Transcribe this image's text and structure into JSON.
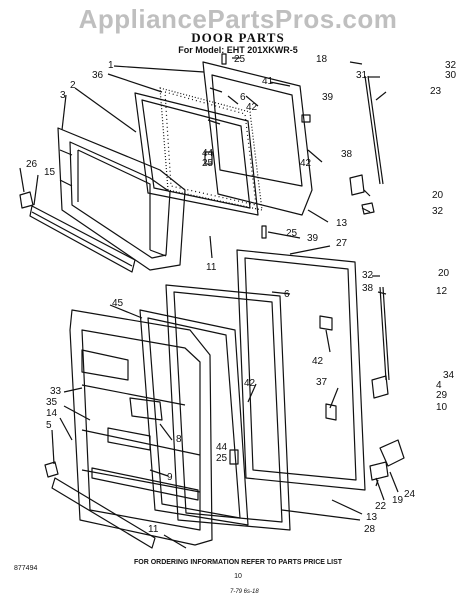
{
  "watermark": "AppliancePartsPros.com",
  "title": "DOOR PARTS",
  "subtitle": "For Model: EHT 201XKWR-5",
  "callouts": [
    "1",
    "36",
    "2",
    "3",
    "26",
    "15",
    "25",
    "18",
    "32",
    "41",
    "31",
    "30",
    "6",
    "42",
    "39",
    "23",
    "44",
    "25",
    "42",
    "38",
    "20",
    "13",
    "32",
    "11",
    "25",
    "39",
    "27",
    "32",
    "20",
    "6",
    "38",
    "12",
    "45",
    "42",
    "37",
    "34",
    "33",
    "42",
    "4",
    "35",
    "29",
    "14",
    "10",
    "8",
    "5",
    "44",
    "25",
    "9",
    "24",
    "19",
    "22",
    "13",
    "28",
    "11"
  ],
  "footer": {
    "code": "877494",
    "note": "FOR ORDERING INFORMATION REFER TO PARTS PRICE LIST",
    "page": "10",
    "date": "7-79  6s-18"
  }
}
